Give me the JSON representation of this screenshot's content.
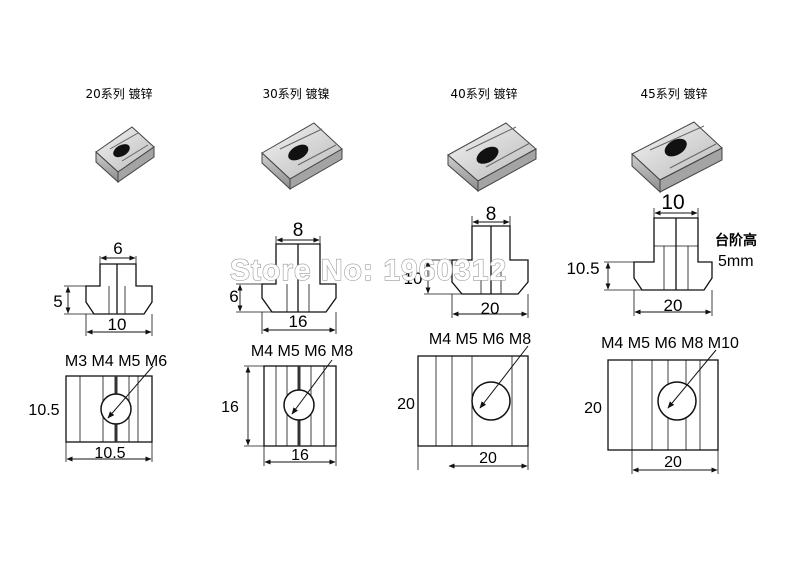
{
  "watermark": "Store No: 1960312",
  "step_note": {
    "label": "台阶高",
    "value": "5mm"
  },
  "columns": [
    {
      "title": "20系列 镀锌",
      "profile": {
        "slot_width": "6",
        "step_height": "5",
        "base_width": "10"
      },
      "plate": {
        "threads": "M3 M4 M5 M6",
        "height": "10.5",
        "width": "10.5"
      }
    },
    {
      "title": "30系列 镀镍",
      "profile": {
        "slot_width": "8",
        "step_height": "6",
        "base_width": "16"
      },
      "plate": {
        "threads": "M4 M5 M6 M8",
        "height": "16",
        "width": "16"
      }
    },
    {
      "title": "40系列 镀锌",
      "profile": {
        "slot_width": "8",
        "step_height": "10",
        "base_width": "20"
      },
      "plate": {
        "threads": "M4 M5 M6 M8",
        "height": "20",
        "width": "20"
      }
    },
    {
      "title": "45系列 镀锌",
      "profile": {
        "slot_width": "10",
        "step_height": "10.5",
        "base_width": "20"
      },
      "plate": {
        "threads": "M4 M5 M6 M8 M10",
        "height": "20",
        "width": "20"
      }
    }
  ]
}
